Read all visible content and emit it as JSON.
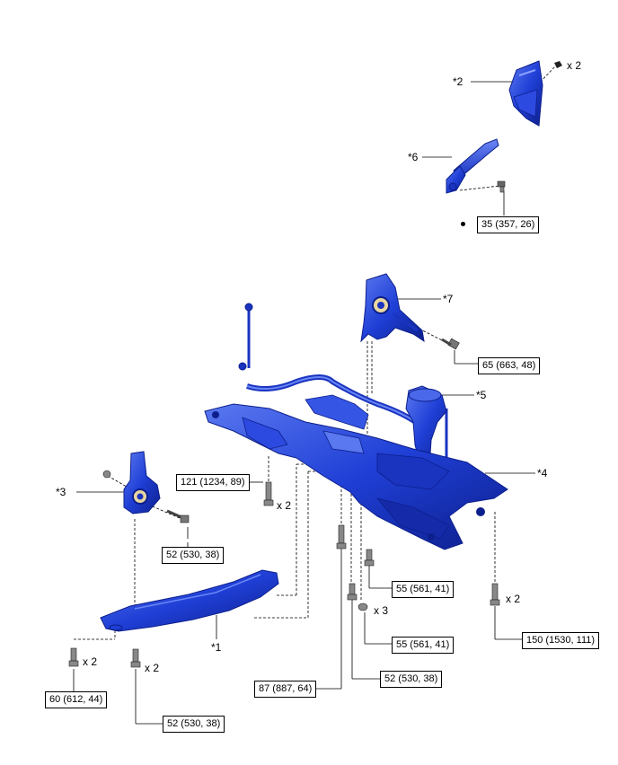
{
  "colors": {
    "part_blue": "#1f3fd6",
    "part_dark": "#0d1f8c",
    "part_light": "#5a78f0",
    "line": "#000000"
  },
  "callouts": [
    {
      "id": "c2",
      "text": "*2"
    },
    {
      "id": "c6",
      "text": "*6"
    },
    {
      "id": "c7",
      "text": "*7"
    },
    {
      "id": "c5",
      "text": "*5"
    },
    {
      "id": "c4",
      "text": "*4"
    },
    {
      "id": "c3",
      "text": "*3"
    },
    {
      "id": "c1",
      "text": "*1"
    }
  ],
  "torques": [
    {
      "id": "t35",
      "text": "35 (357, 26)"
    },
    {
      "id": "t65",
      "text": "65 (663, 48)"
    },
    {
      "id": "t121",
      "text": "121 (1234, 89)"
    },
    {
      "id": "t52a",
      "text": "52 (530, 38)"
    },
    {
      "id": "t55a",
      "text": "55 (561, 41)"
    },
    {
      "id": "t55b",
      "text": "55 (561, 41)"
    },
    {
      "id": "t150",
      "text": "150 (1530, 111)"
    },
    {
      "id": "t87",
      "text": "87 (887, 64)"
    },
    {
      "id": "t52b",
      "text": "52 (530, 38)"
    },
    {
      "id": "t60",
      "text": "60 (612, 44)"
    },
    {
      "id": "t52c",
      "text": "52 (530, 38)"
    }
  ],
  "quantities": [
    {
      "id": "q_clip",
      "text": "x 2"
    },
    {
      "id": "q_121",
      "text": "x 2"
    },
    {
      "id": "q_nut",
      "text": "x 3"
    },
    {
      "id": "q_150",
      "text": "x 2"
    },
    {
      "id": "q_60",
      "text": "x 2"
    },
    {
      "id": "q_52c",
      "text": "x 2"
    }
  ]
}
